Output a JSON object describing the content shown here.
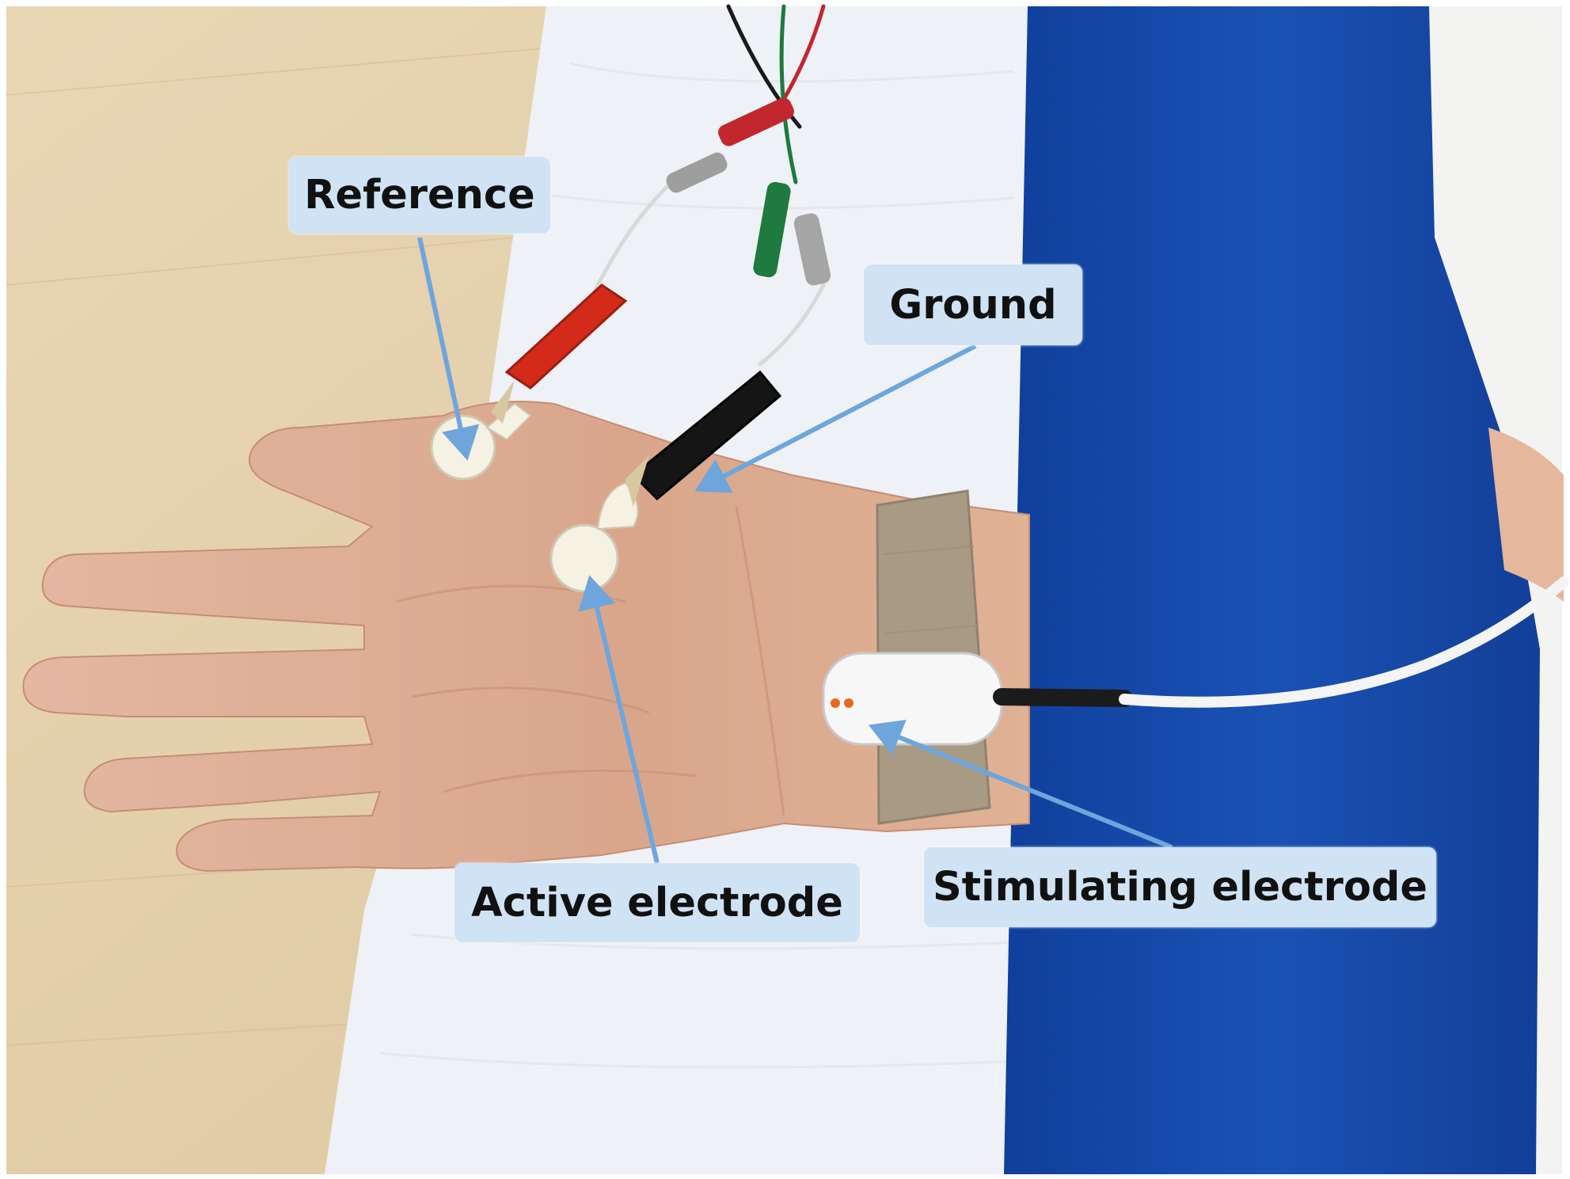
{
  "labels": {
    "reference": "Reference",
    "ground": "Ground",
    "active": "Active electrode",
    "stimulating": "Stimulating electrode"
  },
  "colors": {
    "callout_bg": "#cfe3f4",
    "arrow": "#6ea6dc",
    "drape_blue": "#1548a6",
    "towel": "#eef1f5",
    "table": "#e6d2ae",
    "skin": "#dcae97",
    "lead_red": "#d42a1a",
    "lead_black": "#151515",
    "lead_green": "#1e7a3e"
  }
}
